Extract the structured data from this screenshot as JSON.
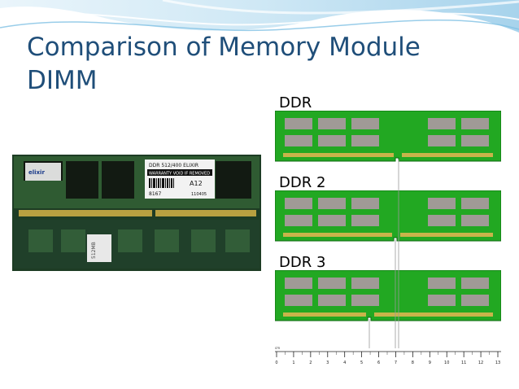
{
  "slide": {
    "title_line1": "Comparison of Memory Module",
    "title_line2": "DIMM",
    "colors": {
      "title": "#1f4e79",
      "pcb_green": "#22a822",
      "chip_gray": "#a09a96",
      "contact_gold": "#c8b44a"
    }
  },
  "photo": {
    "sticker_line1": "DDR 512/400 ELIXIR",
    "sticker_line2": "WARRANTY VOID IF REMOVED",
    "sticker_code": "A12",
    "sticker_num": "8167",
    "sticker_sub": "110405",
    "brand": "elixir",
    "side_label": "512MB"
  },
  "modules": [
    {
      "label": "DDR"
    },
    {
      "label": "DDR 2"
    },
    {
      "label": "DDR 3"
    }
  ],
  "ruler": {
    "unit": "cm",
    "ticks": [
      "0",
      "1",
      "2",
      "3",
      "4",
      "5",
      "6",
      "7",
      "8",
      "9",
      "10",
      "11",
      "12",
      "13"
    ]
  }
}
